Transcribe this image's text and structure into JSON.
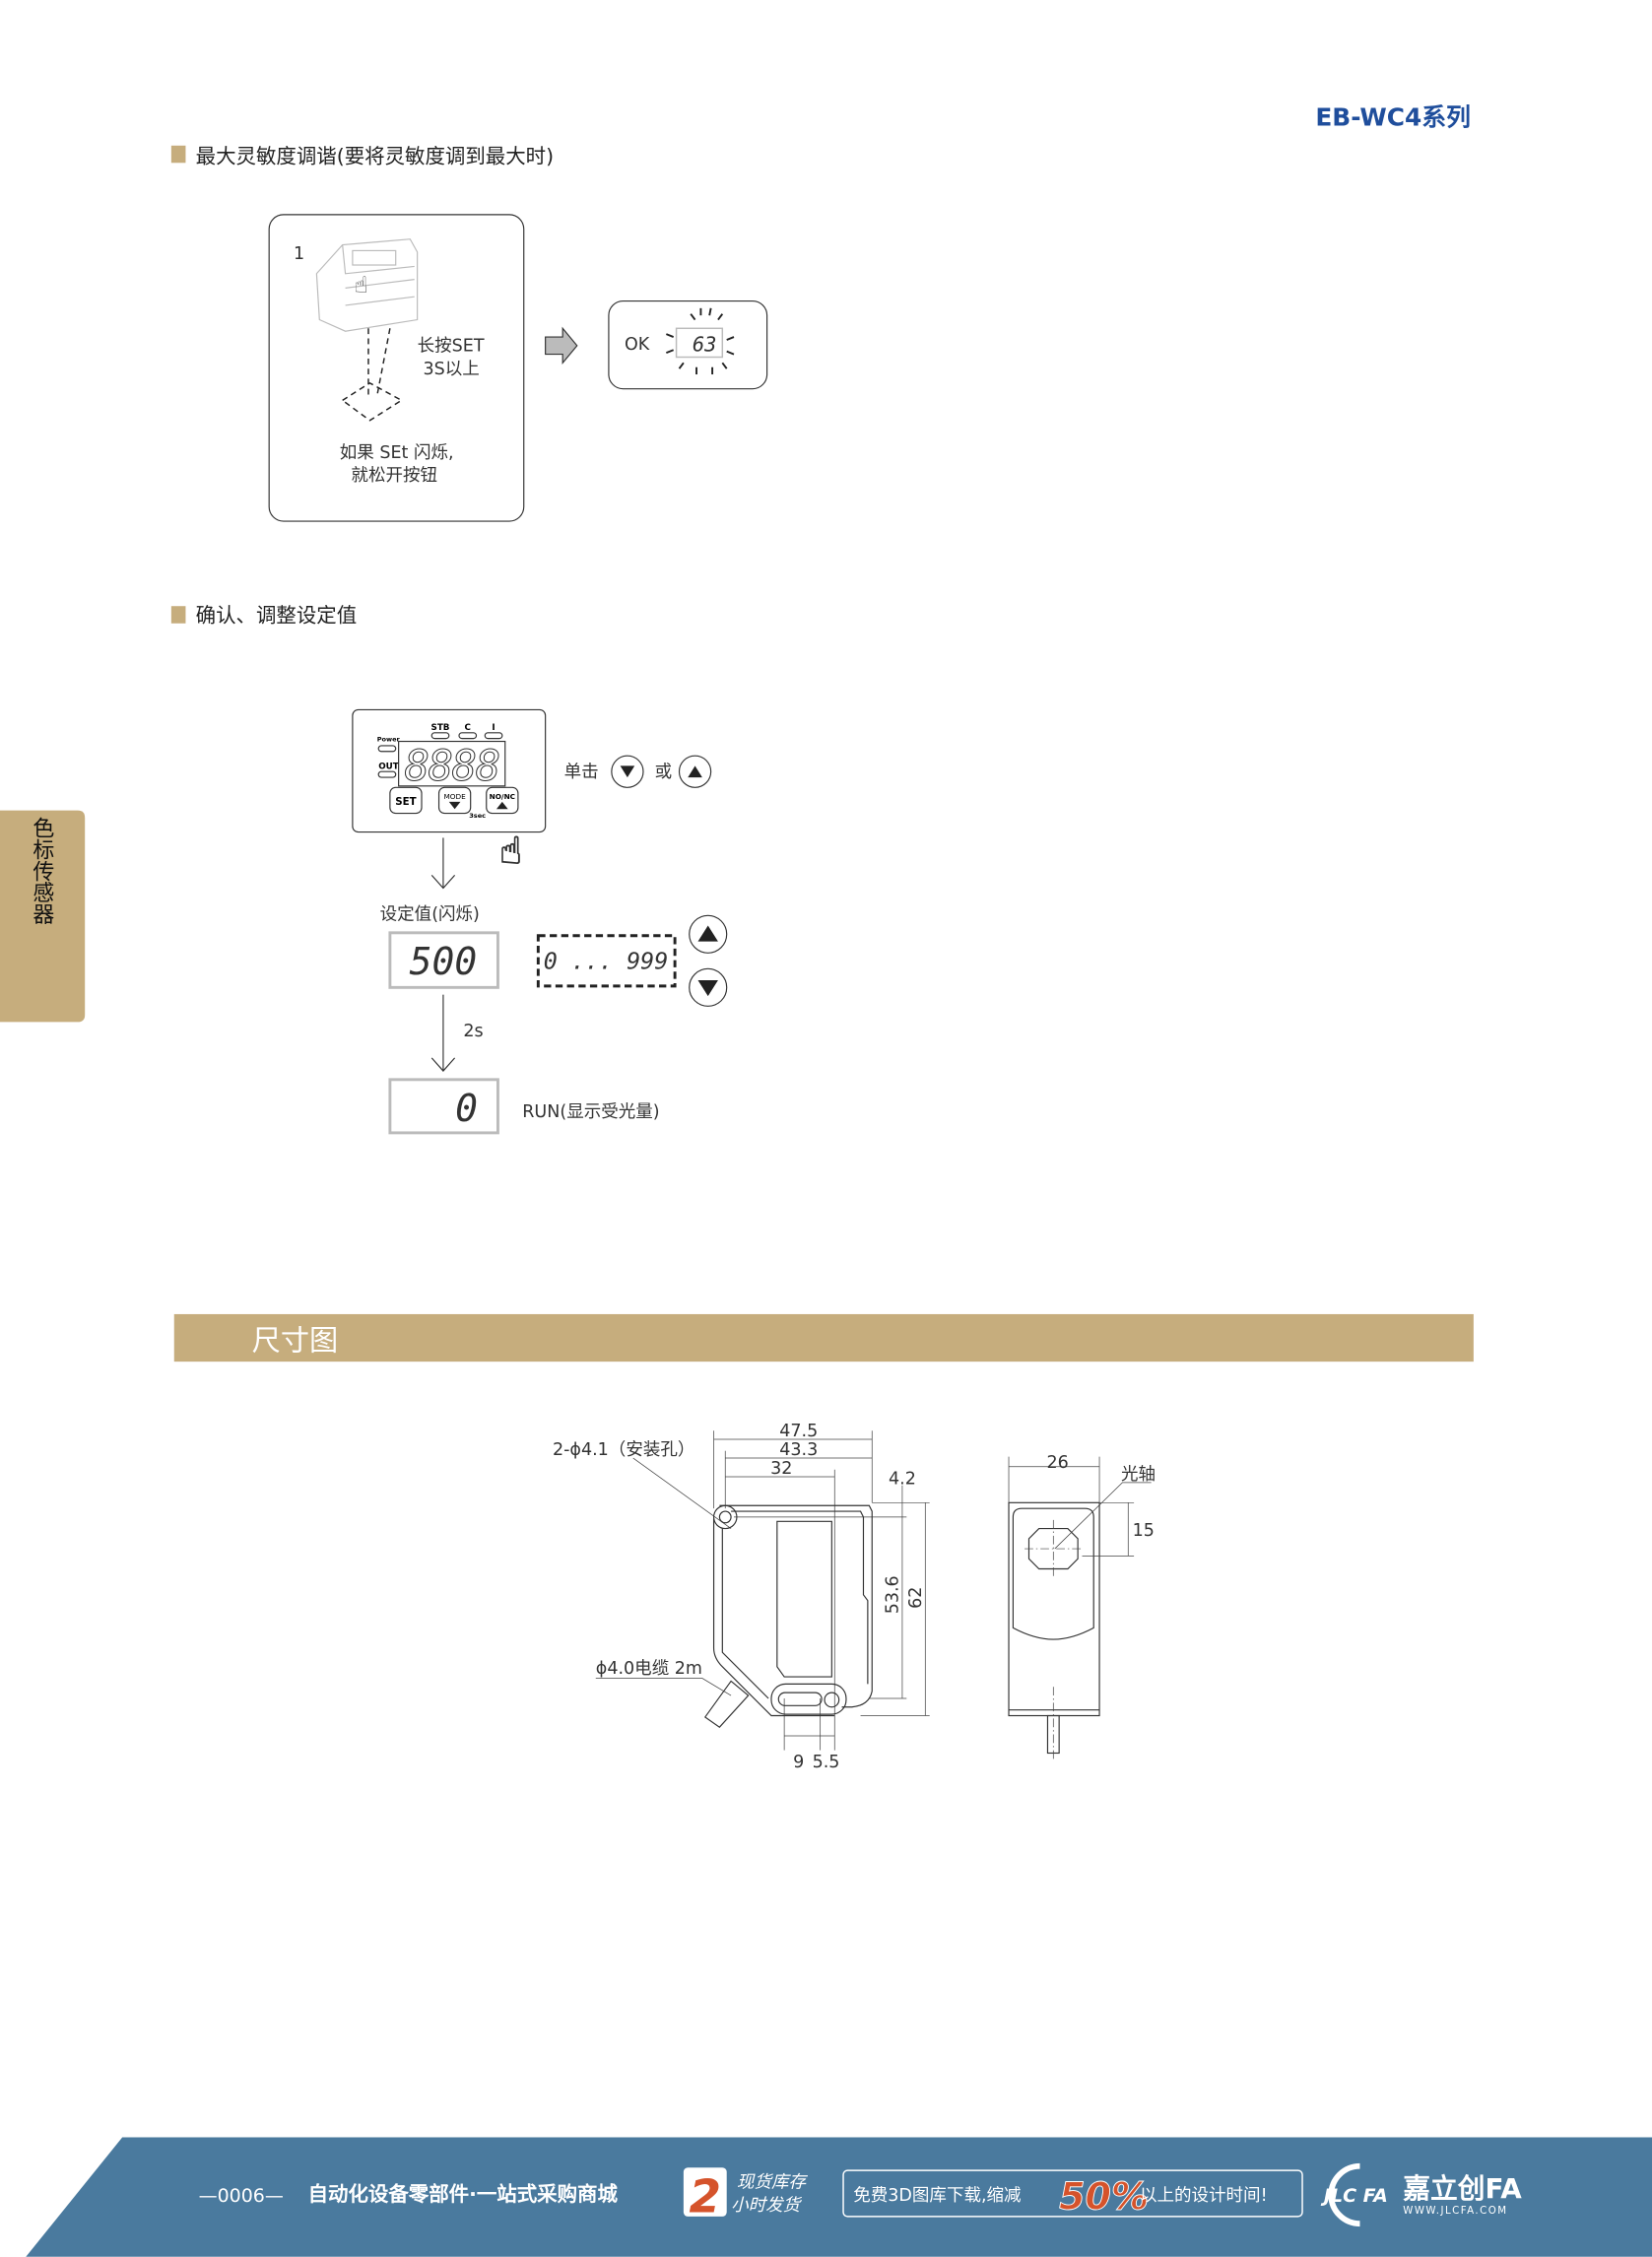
{
  "header": {
    "series": "EB-WC4系列"
  },
  "colors": {
    "accent_gold": "#c6ad7d",
    "brand_blue": "#1f4e9c",
    "footer_blue": "#4a7a9e",
    "badge_orange": "#d5532b"
  },
  "section1": {
    "title": "最大灵敏度调谐(要将灵敏度调到最大时)",
    "step_number": "1",
    "press_line1": "长按SET",
    "press_line2": "3S以上",
    "note_line1": "如果 SEt 闪烁,",
    "note_line2": "就松开按钮",
    "ok_label": "OK",
    "ok_display": "63"
  },
  "section2": {
    "title": "确认、调整设定值",
    "panel": {
      "led_stb": "STB",
      "led_c": "C",
      "led_i": "I",
      "power": "Power",
      "out": "OUT",
      "display": "8888",
      "btn_set": "SET",
      "btn_mode": "MODE",
      "btn_nonc": "NO/NC",
      "hold": "3sec"
    },
    "click_text": "单击",
    "or_text": "或",
    "setting_label": "设定值(闪烁)",
    "setting_value": "500",
    "range": "0 ... 999",
    "delay": "2s",
    "run_value": "0",
    "run_label": "RUN(显示受光量)"
  },
  "side_tab": {
    "label": "色标传感器"
  },
  "dimensions": {
    "title": "尺寸图",
    "mount_hole": "2-ϕ4.1（安装孔）",
    "cable": "ϕ4.0电缆 2m",
    "w_47_5": "47.5",
    "w_43_3": "43.3",
    "w_32": "32",
    "d_4_2": "4.2",
    "h_53_6": "53.6",
    "h_62": "62",
    "b_9": "9",
    "b_5_5": "5.5",
    "side_26": "26",
    "optical_axis": "光轴",
    "side_15": "15"
  },
  "footer": {
    "page": "—0006—",
    "slogan": "自动化设备零部件·一站式采购商城",
    "badge_num": "2",
    "stock_line1": "现货库存",
    "stock_line2": "小时发货",
    "promo_pre": "免费3D图库下载,缩减",
    "promo_pct": "50%",
    "promo_post": "以上的设计时间!",
    "logo_mark": "JLC FA",
    "logo_name": "嘉立创FA",
    "logo_url": "WWW.JLCFA.COM"
  }
}
